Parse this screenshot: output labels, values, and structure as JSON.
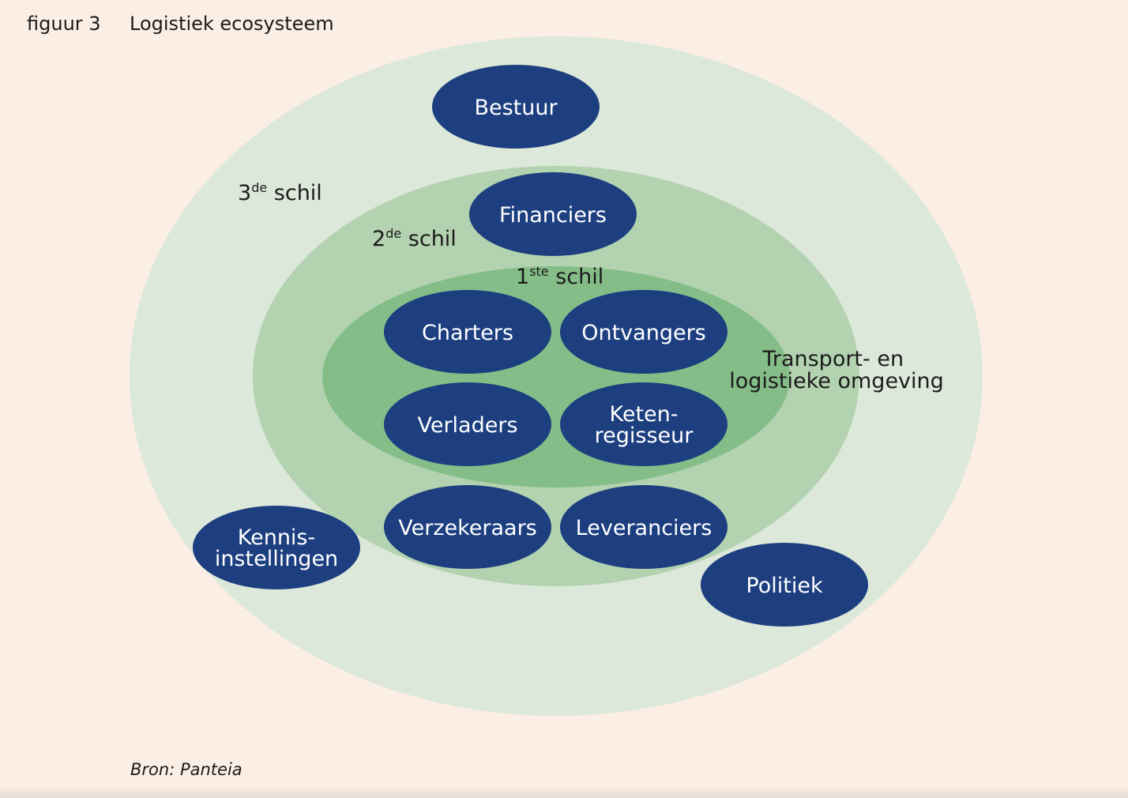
{
  "header": {
    "figure_label": "figuur 3",
    "title": "Logistiek ecosysteem"
  },
  "source": "Bron: Panteia",
  "colors": {
    "background": "#fbeee4",
    "shell_3": "#dce8d9",
    "shell_2": "#b3d2b0",
    "shell_1": "#85bd88",
    "node": "#1d3f80",
    "node_text": "#ffffff"
  },
  "shells": {
    "shell_3": {
      "number": "3",
      "suffix": "de",
      "word": "schil"
    },
    "shell_2": {
      "number": "2",
      "suffix": "de",
      "word": "schil"
    },
    "shell_1": {
      "number": "1",
      "suffix": "ste",
      "word": "schil"
    }
  },
  "environment": {
    "line1": "Transport- en",
    "line2": "logistieke omgeving"
  },
  "nodes": {
    "bestuur": {
      "lines": [
        "Bestuur"
      ]
    },
    "financiers": {
      "lines": [
        "Financiers"
      ]
    },
    "charters": {
      "lines": [
        "Charters"
      ]
    },
    "ontvangers": {
      "lines": [
        "Ontvangers"
      ]
    },
    "verladers": {
      "lines": [
        "Verladers"
      ]
    },
    "ketenregisseur": {
      "lines": [
        "Keten-",
        "regisseur"
      ]
    },
    "verzekeraars": {
      "lines": [
        "Verzekeraars"
      ]
    },
    "leveranciers": {
      "lines": [
        "Leveranciers"
      ]
    },
    "kennisinstellingen": {
      "lines": [
        "Kennis-",
        "instellingen"
      ]
    },
    "politiek": {
      "lines": [
        "Politiek"
      ]
    }
  }
}
